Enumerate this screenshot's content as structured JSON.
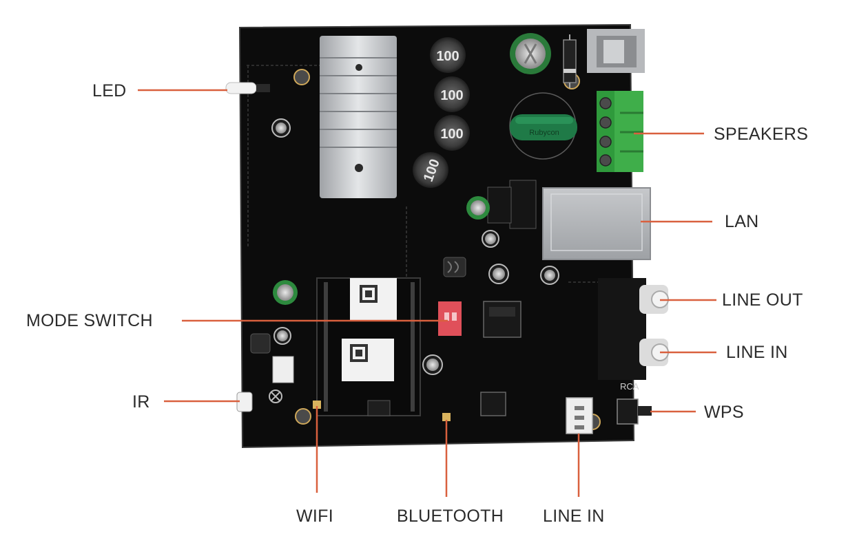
{
  "labels": {
    "led": "LED",
    "speakers": "SPEAKERS",
    "lan": "LAN",
    "line_out": "LINE OUT",
    "mode_switch": "MODE SWITCH",
    "line_in_right": "LINE IN",
    "ir": "IR",
    "wps": "WPS",
    "wifi": "WIFI",
    "bluetooth": "BLUETOOTH",
    "line_in_bottom": "LINE IN"
  },
  "board": {
    "inductor_marking": "100",
    "rca_marking": "RCA"
  },
  "colors": {
    "pcb": "#0c0c0c",
    "leader_line": "#d9603e",
    "label_text": "#2b2b2b",
    "terminal_block": "#3fae4a",
    "heatsink": "#c9cbce",
    "dip_switch": "#e0505a"
  }
}
